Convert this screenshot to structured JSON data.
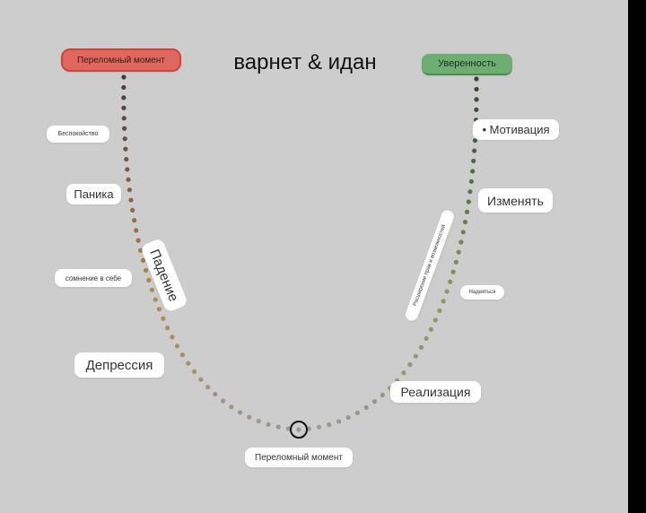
{
  "title": "варнет & идан",
  "top_left_label": "Переломный момент",
  "top_right_label": "Уверенность",
  "bottom_label": "Переломный момент",
  "left_labels": {
    "worry": "Беспокойство",
    "panic": "Паника",
    "fall": "Падение",
    "self_doubt": "сомнение в себе",
    "depression": "Депрессия"
  },
  "right_labels": {
    "motivation": "• Мотивация",
    "change": "Изменять",
    "empowerment": "Расширение прав и возможностей",
    "hope": "Надеяться",
    "realization": "Реализация"
  },
  "colors": {
    "red": "#e0675e",
    "green": "#6fae73",
    "dot_left_top": "#4a3a40",
    "dot_left_mid": "#b08a4a",
    "dot_bottom": "#9a9a9a",
    "dot_right_mid": "#8a9a5a",
    "dot_right_top": "#2f4535"
  }
}
